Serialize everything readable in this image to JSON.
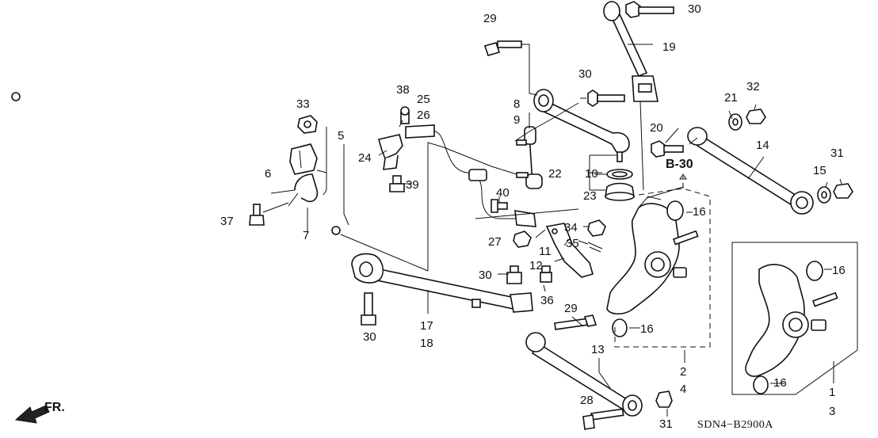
{
  "diagram": {
    "diagram_code": "SDN4−B2900A",
    "reference_label": "B-30",
    "direction_label": "FR.",
    "part_numbers": {
      "n1": "1",
      "n2": "2",
      "n3": "3",
      "n4": "4",
      "n5": "5",
      "n6": "6",
      "n7": "7",
      "n8": "8",
      "n9": "9",
      "n10": "10",
      "n11": "11",
      "n12": "12",
      "n13": "13",
      "n14": "14",
      "n15": "15",
      "n16": "16",
      "n17": "17",
      "n18": "18",
      "n19": "19",
      "n20": "20",
      "n21": "21",
      "n22": "22",
      "n23": "23",
      "n24": "24",
      "n25": "25",
      "n26": "26",
      "n27": "27",
      "n28": "28",
      "n29": "29",
      "n30": "30",
      "n31": "31",
      "n32": "32",
      "n33": "33",
      "n34": "34",
      "n35": "35",
      "n36": "36",
      "n37": "37",
      "n38": "38",
      "n39": "39",
      "n40": "40"
    }
  }
}
